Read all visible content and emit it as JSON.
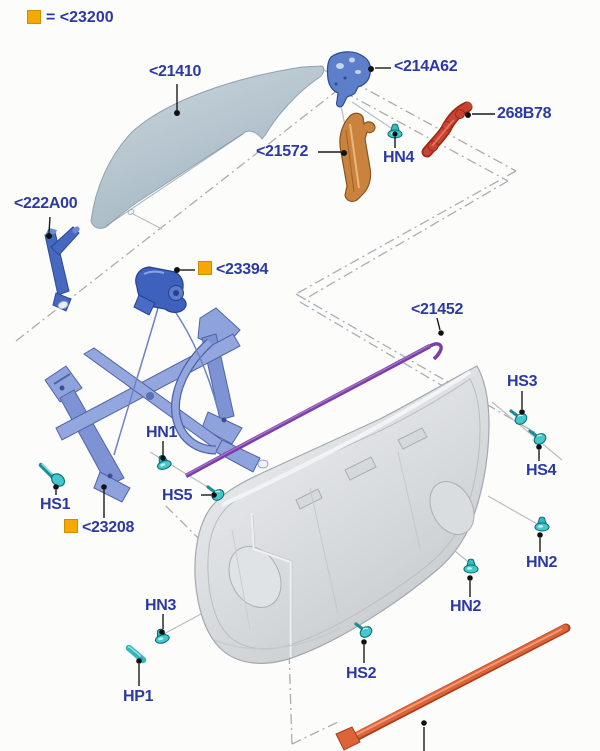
{
  "legend": {
    "text": "= <23200"
  },
  "callouts": {
    "glass": "<21410",
    "guide_rear": "<214A62",
    "reinforcement": "268B78",
    "guide_front": "<21572",
    "hn4": "HN4",
    "run_channel": "<222A00",
    "motor": "<23394",
    "belt_molding": "<21452",
    "hs3": "HS3",
    "hn1": "HN1",
    "hs4": "HS4",
    "hs5": "HS5",
    "hs1": "HS1",
    "regulator": "<23208",
    "hn2_right": "HN2",
    "hn3": "HN3",
    "hn2_bottom": "HN2",
    "hs2": "HS2",
    "hp1": "HP1"
  },
  "colors": {
    "label_text": "#2b3aa2",
    "legend_square": "#f5a800",
    "fastener_teal": "#45c8cb",
    "glass_gray": "#b6c5cf",
    "regulator_blue": "#8ea3dc",
    "motor_blue": "#3f61be",
    "guide_orange": "#c9833e",
    "reinforcement_red": "#c64431",
    "belt_molding_purple": "#7c3fa4",
    "sill_orange": "#dd6338"
  }
}
